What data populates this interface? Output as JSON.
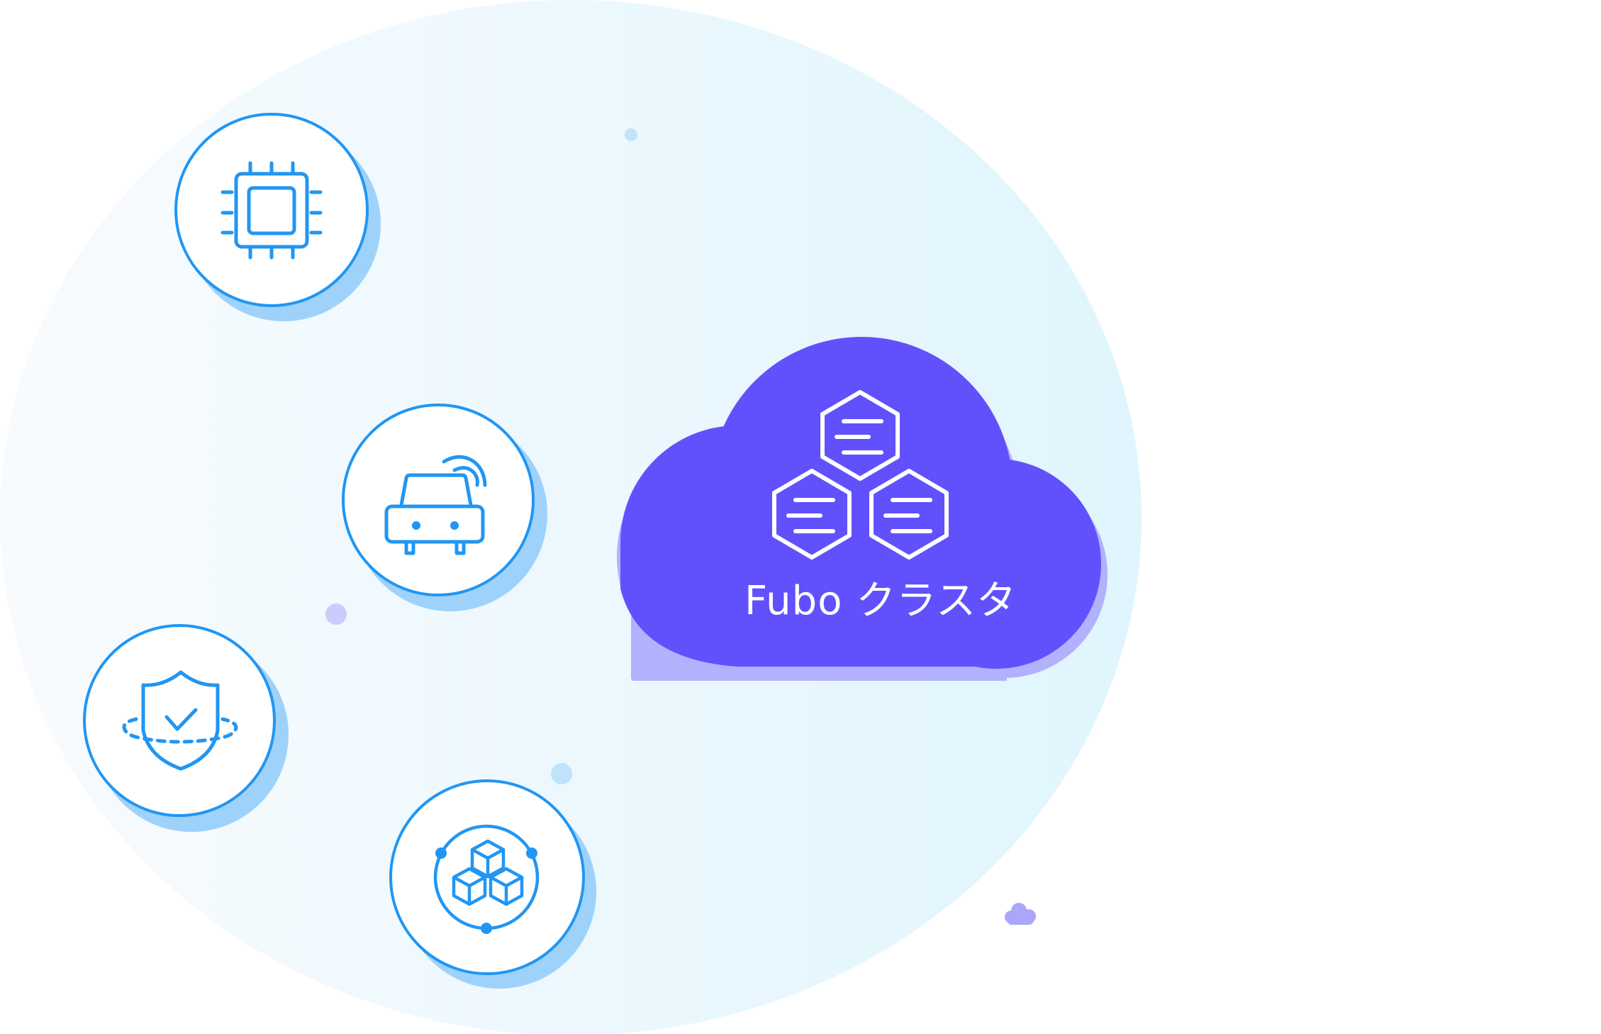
{
  "diagram": {
    "cluster_label": "Fubo クラスタ",
    "nodes": [
      {
        "id": "chip",
        "icon": "chip-icon"
      },
      {
        "id": "vehicle",
        "icon": "connected-car-icon"
      },
      {
        "id": "security",
        "icon": "shield-check-icon"
      },
      {
        "id": "blocks",
        "icon": "cube-network-icon"
      }
    ],
    "cluster_icon": "hexagon-servers-icon"
  },
  "colors": {
    "background_bubble_left": "#f7fbfe",
    "background_bubble_right": "#e1f5fd",
    "node_stroke": "#2196f3",
    "node_shadow": "#9fd2fb",
    "cloud_fill": "#6051fd",
    "cloud_shadow": "#b1b1fd",
    "dot_light_blue": "#bfe3fb",
    "dot_lavender": "#cdcbfd",
    "dot_purple": "#aca6fb"
  }
}
